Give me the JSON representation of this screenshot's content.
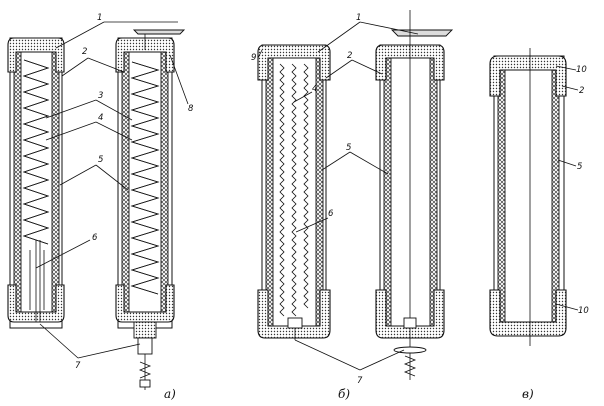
{
  "figure": {
    "labels": {
      "n1": "1",
      "n2": "2",
      "n3": "3",
      "n4": "4",
      "n5": "5",
      "n6": "6",
      "n7": "7",
      "n8": "8",
      "n9": "9",
      "n10": "10"
    },
    "captions": {
      "a": "a)",
      "b": "б)",
      "v": "в)"
    }
  }
}
